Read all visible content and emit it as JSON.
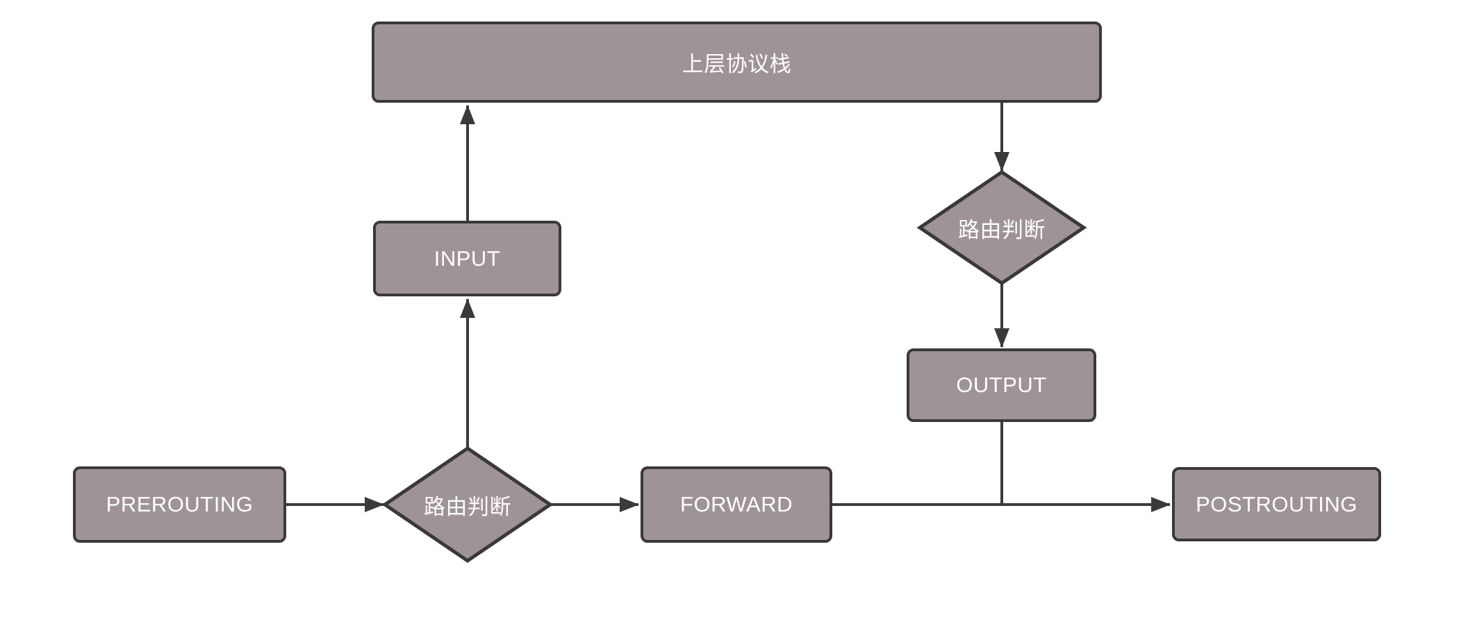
{
  "diagram": {
    "colors": {
      "background": "#ffffff",
      "node_fill": "#9e9396",
      "node_border": "#3a383b",
      "connector": "#3a3a3c",
      "label_text": "#ffffff"
    },
    "nodes": [
      {
        "id": "upper-protocol-stack",
        "type": "process",
        "label": "上层协议栈"
      },
      {
        "id": "input",
        "type": "process",
        "label": "INPUT"
      },
      {
        "id": "route-decision-right",
        "type": "decision",
        "label": "路由判断"
      },
      {
        "id": "output",
        "type": "process",
        "label": "OUTPUT"
      },
      {
        "id": "prerouting",
        "type": "process",
        "label": "PREROUTING"
      },
      {
        "id": "route-decision-left",
        "type": "decision",
        "label": "路由判断"
      },
      {
        "id": "forward",
        "type": "process",
        "label": "FORWARD"
      },
      {
        "id": "postrouting",
        "type": "process",
        "label": "POSTROUTING"
      }
    ],
    "edges": [
      {
        "from": "input",
        "to": "upper-protocol-stack",
        "arrow": true
      },
      {
        "from": "upper-protocol-stack",
        "to": "route-decision-right",
        "arrow": true
      },
      {
        "from": "route-decision-right",
        "to": "output",
        "arrow": true
      },
      {
        "from": "prerouting",
        "to": "route-decision-left",
        "arrow": true
      },
      {
        "from": "route-decision-left",
        "to": "input",
        "arrow": true
      },
      {
        "from": "route-decision-left",
        "to": "forward",
        "arrow": true
      },
      {
        "from": "forward",
        "to": "postrouting",
        "arrow": true
      },
      {
        "from": "output",
        "to": "postrouting",
        "arrow": false,
        "note": "joins forward-to-postrouting line"
      }
    ]
  }
}
